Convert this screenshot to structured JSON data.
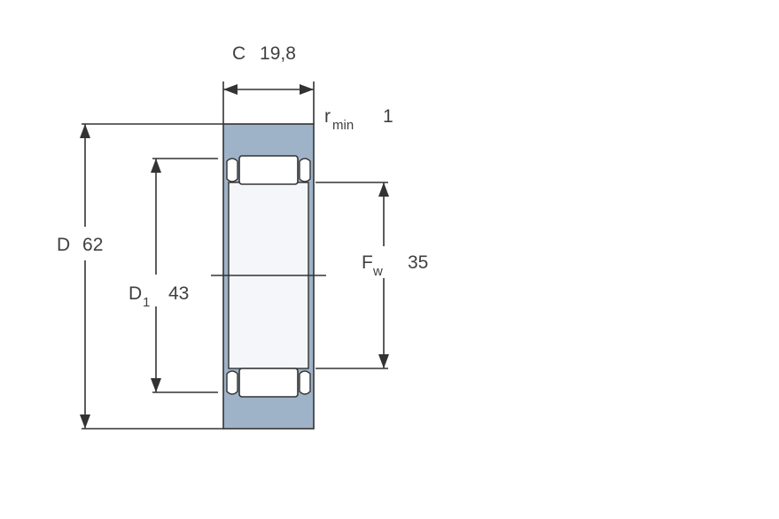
{
  "diagram": {
    "width": {
      "symbol": "C",
      "value": "19,8"
    },
    "chamfer": {
      "symbol": "r",
      "subscript": "min",
      "value": "1"
    },
    "outer_diameter": {
      "symbol": "D",
      "value": "62"
    },
    "shoulder_diameter": {
      "symbol": "D",
      "subscript": "1",
      "value": "43"
    },
    "raceway_diameter": {
      "symbol": "F",
      "subscript": "w",
      "value": "35"
    },
    "colors": {
      "ring_fill": "#9fb3c8",
      "line": "#333333",
      "text": "#404040"
    }
  }
}
